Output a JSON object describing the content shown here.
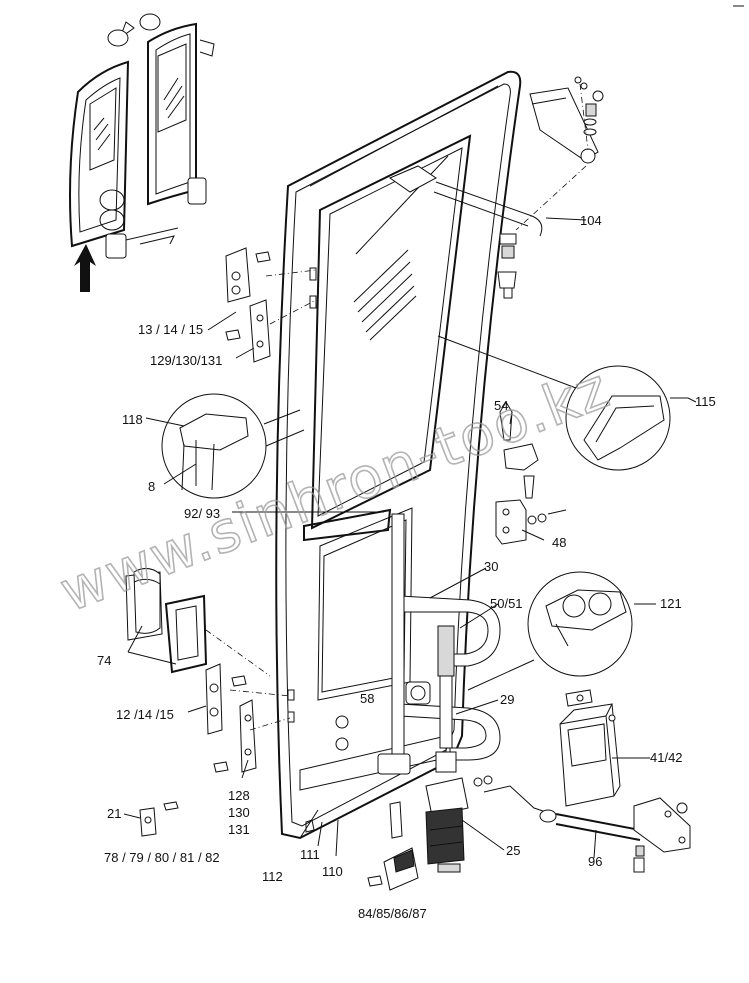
{
  "watermark": "www.sinhron-too.kz",
  "labels": {
    "l_13_14_15": "13 / 14 / 15",
    "l_129_130_131": "129/130/131",
    "l_118": "118",
    "l_8": "8",
    "l_92_93": "92/ 93",
    "l_74": "74",
    "l_12_14_15": "12 /14 /15",
    "l_128": "128",
    "l_130": "130",
    "l_131": "131",
    "l_21": "21",
    "l_78_82": "78 / 79 / 80 / 81 / 82",
    "l_112": "112",
    "l_111": "111",
    "l_110": "110",
    "l_84_87": "84/85/86/87",
    "l_104": "104",
    "l_115": "115",
    "l_54": "54",
    "l_48": "48",
    "l_30": "30",
    "l_50_51": "50/51",
    "l_121": "121",
    "l_58": "58",
    "l_29": "29",
    "l_41_42": "41/42",
    "l_25": "25",
    "l_96": "96"
  },
  "icons": {
    "arrow": "up-arrow-icon"
  }
}
